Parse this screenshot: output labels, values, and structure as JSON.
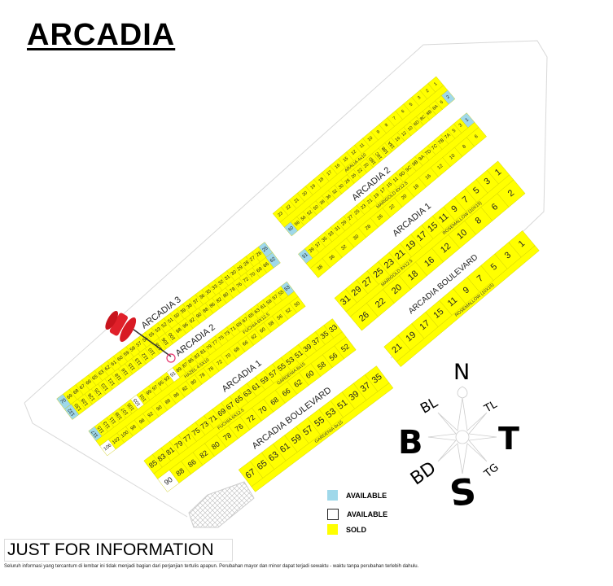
{
  "title": "ARCADIA",
  "colors": {
    "sold": "#ffff00",
    "available_blue": "#9fd8ea",
    "available_white": "#ffffff",
    "pin": "#e0202a"
  },
  "streets": {
    "arcadia3": "ARCADIA 3",
    "arcadia2_left": "ARCADIA 2",
    "arcadia1_left": "ARCADIA 1",
    "boulevard_left": "ARCADIA BOULEVARD",
    "arcadia2_right": "ARCADIA 2",
    "arcadia1_right": "ARCADIA 1",
    "boulevard_right": "ARCADIA BOULEVARD"
  },
  "lot_types": {
    "aralia": "ARALIA 4x10",
    "marigold_a2": "MARIGOLD 8X12.5",
    "marigold_a1": "MARIGOLD 8X12.5",
    "rosemallow_a1": "ROSEMALLOW (10X15)",
    "rosemallow_blvd": "ROSEMALLOW (10X15)",
    "hazel": "HAZEL 4.5X10",
    "fuchia_a2": "FUCHIA 6X12.5",
    "fuchia_a1": "FUCHIA 6X12.5",
    "gardenia_a1": "GARDENIA 8x15",
    "gardenia_blvd": "GARDENIA 8x15"
  },
  "blocks": {
    "A": {
      "rows": [
        {
          "lots": [
            "23",
            "22",
            "21",
            "20",
            "19",
            "18",
            "17",
            "16",
            "15",
            "12",
            "11",
            "10",
            "9",
            "8",
            "7",
            "6",
            "5",
            "3",
            "2",
            "1"
          ],
          "available_blue": []
        },
        {
          "lots": [
            "60",
            "58",
            "56",
            "52",
            "50",
            "38",
            "36",
            "32",
            "30",
            "28",
            "26",
            "22",
            "20",
            "18D",
            "18C",
            "18B",
            "18A",
            "16",
            "12",
            "10",
            "8D",
            "8C",
            "8B",
            "8A",
            "6",
            "2"
          ],
          "available_blue": [
            "60",
            "2"
          ]
        }
      ]
    },
    "B": {
      "rows": [
        {
          "lots": [
            "51",
            "39",
            "37",
            "35",
            "33",
            "31",
            "29",
            "27",
            "25",
            "23",
            "21",
            "19",
            "17",
            "15",
            "11",
            "9D",
            "9C",
            "9B",
            "9A",
            "7D",
            "7C",
            "7B",
            "7A",
            "5",
            "3",
            "1"
          ],
          "available_blue": [
            "51",
            "1"
          ]
        },
        {
          "lots": [
            "38",
            "36",
            "32",
            "30",
            "28",
            "26",
            "22",
            "20",
            "18",
            "16",
            "12",
            "10",
            "8",
            "6"
          ],
          "available_blue": []
        }
      ]
    },
    "C": {
      "rows": [
        {
          "lots": [
            "31",
            "29",
            "27",
            "25",
            "23",
            "21",
            "19",
            "17",
            "15",
            "11",
            "9",
            "7",
            "5",
            "3",
            "1"
          ],
          "available_blue": []
        },
        {
          "lots": [
            "26",
            "22",
            "20",
            "18",
            "16",
            "12",
            "10",
            "8",
            "6",
            "2"
          ],
          "available_blue": []
        }
      ]
    },
    "D": {
      "rows": [
        {
          "lots": [
            "21",
            "19",
            "17",
            "15",
            "11",
            "9",
            "7",
            "5",
            "3",
            "1"
          ],
          "available_blue": []
        }
      ]
    },
    "E": {
      "rows": [
        {
          "lots": [
            "70",
            "69",
            "68",
            "67",
            "66",
            "65",
            "63",
            "62",
            "61",
            "60",
            "59",
            "58",
            "57",
            "56",
            "55",
            "53",
            "52",
            "51",
            "50",
            "39",
            "38",
            "37",
            "36",
            "35",
            "33",
            "32",
            "31",
            "30",
            "29",
            "28",
            "27",
            "26",
            "25"
          ],
          "available_blue": [
            "70",
            "25"
          ]
        },
        {
          "lots": [
            "132",
            "130",
            "128",
            "126",
            "125",
            "123",
            "121",
            "118",
            "116",
            "115",
            "113",
            "112",
            "110",
            "108",
            "106",
            "100",
            "98",
            "96",
            "92",
            "90",
            "88",
            "86",
            "82",
            "80",
            "78",
            "76",
            "72",
            "70",
            "68",
            "66",
            "62"
          ],
          "available_blue": [
            "132",
            "62"
          ]
        }
      ]
    },
    "F": {
      "rows": [
        {
          "lots": [
            "117",
            "115",
            "113",
            "111",
            "109",
            "107",
            "105",
            "103",
            "101",
            "99",
            "97",
            "95",
            "93",
            "91",
            "89",
            "87",
            "85",
            "83",
            "81",
            "79",
            "77",
            "75",
            "73",
            "71",
            "69",
            "67",
            "65",
            "63",
            "61",
            "59",
            "57",
            "55",
            "53"
          ],
          "available_blue": [
            "117",
            "53"
          ],
          "available_white": [
            "103",
            "91"
          ]
        },
        {
          "lots": [
            "106",
            "102",
            "100",
            "98",
            "96",
            "92",
            "90",
            "88",
            "86",
            "82",
            "80",
            "78",
            "76",
            "72",
            "70",
            "68",
            "66",
            "62",
            "60",
            "58",
            "56",
            "52",
            "50"
          ],
          "available_blue": [],
          "available_white": [
            "106"
          ]
        }
      ]
    },
    "G": {
      "rows": [
        {
          "lots": [
            "85",
            "83",
            "81",
            "79",
            "77",
            "75",
            "73",
            "71",
            "69",
            "67",
            "65",
            "63",
            "61",
            "59",
            "57",
            "55",
            "53",
            "51",
            "39",
            "37",
            "35",
            "33"
          ],
          "available_blue": []
        },
        {
          "lots": [
            "90",
            "88",
            "86",
            "82",
            "80",
            "78",
            "76",
            "72",
            "70",
            "68",
            "66",
            "62",
            "60",
            "58",
            "56",
            "52"
          ],
          "available_blue": [],
          "available_white": [
            "90"
          ]
        }
      ]
    },
    "H": {
      "rows": [
        {
          "lots": [
            "67",
            "65",
            "63",
            "61",
            "59",
            "57",
            "55",
            "53",
            "51",
            "39",
            "37",
            "35"
          ],
          "available_blue": []
        }
      ]
    }
  },
  "compass": {
    "n": "N",
    "s": "S",
    "e": "T",
    "w": "B",
    "nw": "BL",
    "ne": "TL",
    "sw": "BD",
    "se": "TG"
  },
  "legend": [
    {
      "label": "AVAILABLE",
      "color": "#9fd8ea"
    },
    {
      "label": "AVAILABLE",
      "color": "#ffffff"
    },
    {
      "label": "SOLD",
      "color": "#ffff00"
    }
  ],
  "footer": {
    "notice": "JUST FOR INFORMATION",
    "disclaimer": "Seluruh informasi yang tercantum di lembar ini tidak menjadi bagian dari perjanjian tertulis apapun. Perubahan mayor dan minor dapat terjadi sewaktu - waktu tanpa perubahan terlebih dahulu."
  }
}
